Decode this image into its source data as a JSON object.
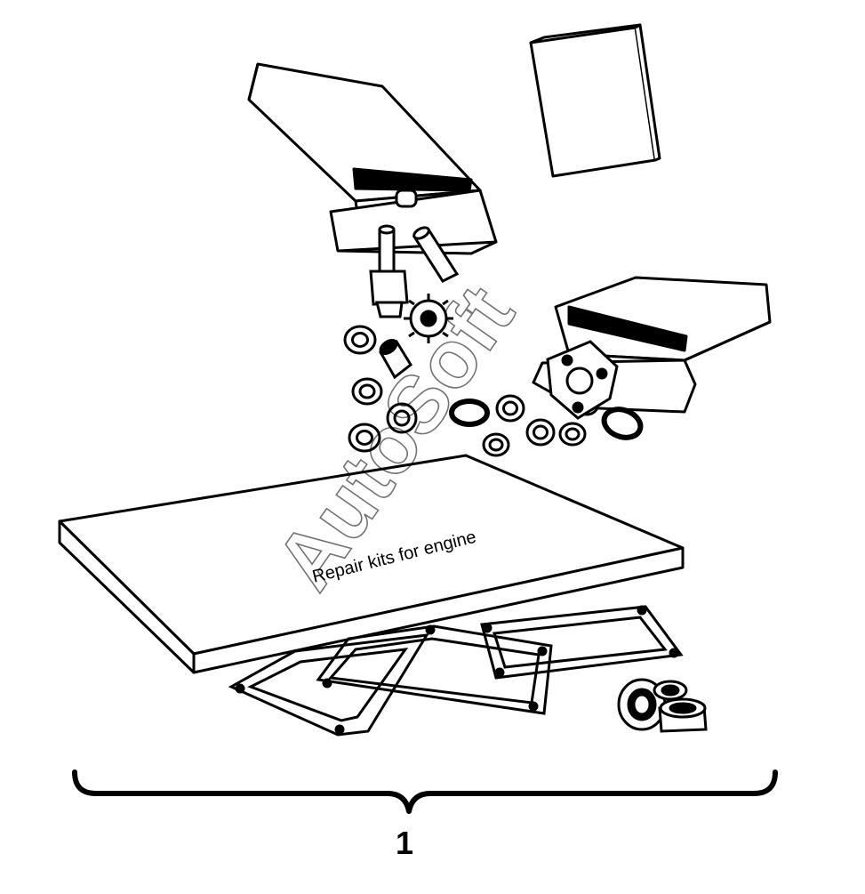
{
  "figure": {
    "booklet_label": "Repair kits for engine",
    "callout_number": "1",
    "watermark": "AutoSoft"
  },
  "colors": {
    "line": "#000000",
    "paper": "#ffffff",
    "watermark": "#c8c8c8"
  },
  "parts": {
    "washers": [
      "washer",
      "washer",
      "washer",
      "washer",
      "washer",
      "washer",
      "washer",
      "washer",
      "washer",
      "washer"
    ],
    "gaskets": [
      "gasket",
      "gasket",
      "gasket"
    ],
    "oil_seals": [
      "oil-seal",
      "oil-seal"
    ]
  }
}
